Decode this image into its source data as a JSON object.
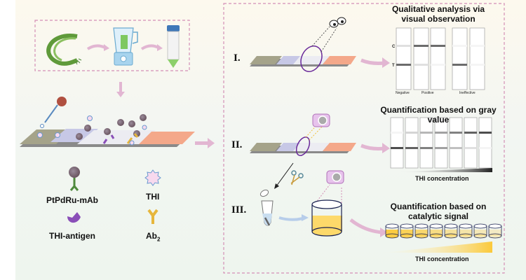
{
  "left_panel": {
    "legend": {
      "nanozyme_label": "PtPdRu-mAb",
      "thi_label": "THI",
      "antigen_label": "THI-antigen",
      "ab2_label_main": "Ab",
      "ab2_label_sub": "2"
    }
  },
  "right_panel": {
    "steps": [
      {
        "numeral": "I.",
        "title": "Qualitative analysis via visual observation"
      },
      {
        "numeral": "II.",
        "title": "Quantification based on gray value"
      },
      {
        "numeral": "III.",
        "title": "Quantification based on catalytic signal"
      }
    ],
    "qualitative": {
      "c_label": "C",
      "t_label": "T",
      "groups": [
        "Negative",
        "Positive",
        "Ineffective"
      ],
      "strips": [
        {
          "group": "Negative",
          "c_intensity": 0.15,
          "t_intensity": 0.7
        },
        {
          "group": "Positive",
          "c_intensity": 0.7,
          "t_intensity": 0.15
        },
        {
          "group": "Positive",
          "c_intensity": 0.7,
          "t_intensity": 0.05
        },
        {
          "group": "Ineffective",
          "c_intensity": 0.05,
          "t_intensity": 0.7
        },
        {
          "group": "Ineffective",
          "c_intensity": 0.05,
          "t_intensity": 0.05
        }
      ]
    },
    "gray_value": {
      "axis_label": "THI concentration",
      "strips": [
        {
          "c_intensity": 0.05,
          "t_intensity": 0.85
        },
        {
          "c_intensity": 0.2,
          "t_intensity": 0.75
        },
        {
          "c_intensity": 0.35,
          "t_intensity": 0.6
        },
        {
          "c_intensity": 0.45,
          "t_intensity": 0.45
        },
        {
          "c_intensity": 0.6,
          "t_intensity": 0.3
        },
        {
          "c_intensity": 0.75,
          "t_intensity": 0.15
        },
        {
          "c_intensity": 0.85,
          "t_intensity": 0.05
        }
      ]
    },
    "catalytic": {
      "axis_label": "THI concentration",
      "well_intensities": [
        1.0,
        0.85,
        0.7,
        0.55,
        0.4,
        0.3,
        0.2,
        0.12
      ]
    }
  },
  "colors": {
    "pink_arrow": "#e2b6d2",
    "dash_border": "#d48fb6",
    "sample_pad": "#a5a38a",
    "conjugate_pad": "#c7c8e6",
    "membrane": "#ececf2",
    "absorbent_pad": "#f4a88a",
    "strip_base": "#8a8a8a",
    "yellow": "#fdd96a",
    "purple": "#8a4fb8",
    "green": "#4f8a3c",
    "gold": "#e6b63c"
  }
}
